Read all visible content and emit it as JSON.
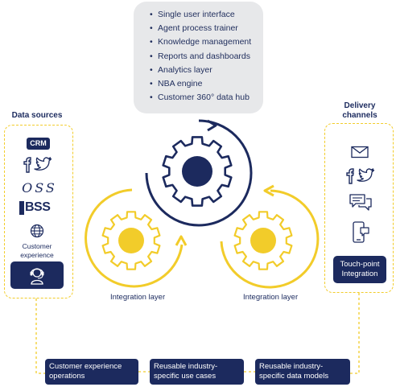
{
  "features": {
    "items": [
      "Single user interface",
      "Agent process trainer",
      "Knowledge management",
      "Reports and dashboards",
      "Analytics layer",
      "NBA engine",
      "Customer 360° data hub"
    ]
  },
  "data_sources": {
    "heading": "Data sources",
    "crm_label": "CRM",
    "oss_label": "OSS",
    "bss_label": "BSS",
    "customer_experience_label": "Customer experience"
  },
  "delivery": {
    "heading": "Delivery channels",
    "touchpoint_label": "Touch-point Integration"
  },
  "integration": {
    "left_label": "Integration layer",
    "right_label": "Integration layer"
  },
  "bottom": {
    "boxes": [
      "Customer experience operations",
      "Reusable industry-specific use cases",
      "Reusable industry-specific data models"
    ]
  },
  "colors": {
    "navy": "#1c2a5e",
    "yellow": "#f2cc2a",
    "panel_grey": "#e7e8ea"
  },
  "icons": {
    "data_sources": [
      "crm-badge",
      "facebook-icon",
      "twitter-icon",
      "oss-wordmark",
      "bss-wordmark",
      "globe-icon",
      "agent-headset-icon"
    ],
    "delivery": [
      "envelope-icon",
      "facebook-icon",
      "twitter-icon",
      "chat-bubbles-icon",
      "smartphone-chat-icon"
    ],
    "diagram": [
      "gear-icon-top",
      "gear-icon-left",
      "gear-icon-right"
    ]
  }
}
